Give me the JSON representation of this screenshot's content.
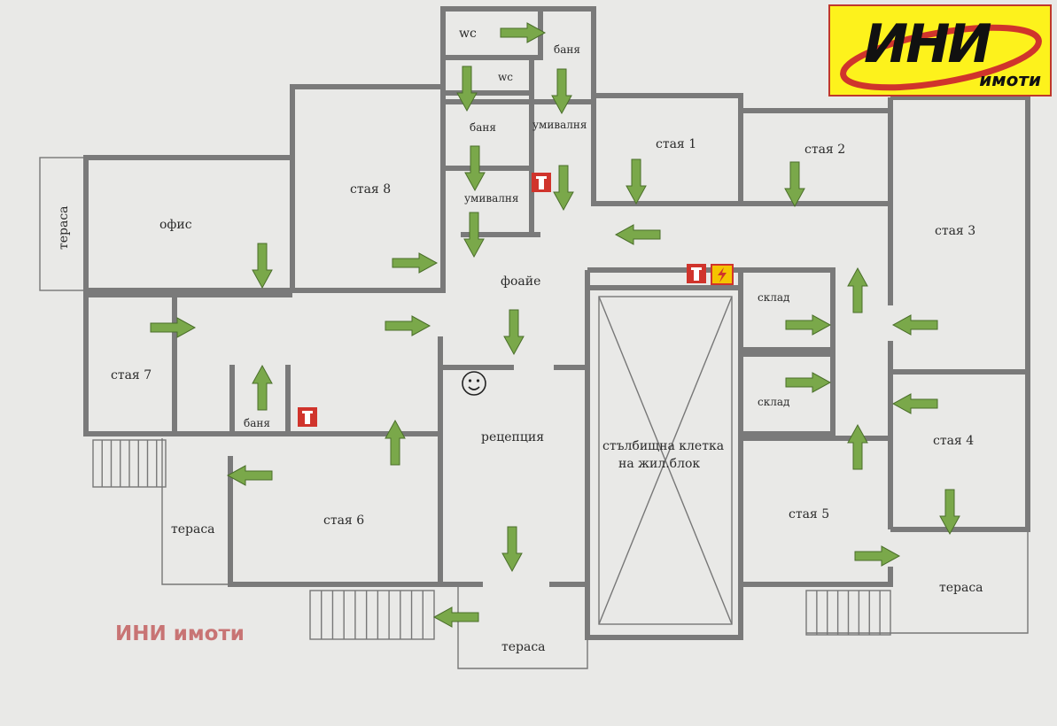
{
  "logo": {
    "brand": "ИНИ",
    "subtitle": "имоти"
  },
  "watermark": "ИНИ имоти",
  "rooms": {
    "wc_top": "wc",
    "wc_mid": "wc",
    "banya_top": "баня",
    "banya_left": "баня",
    "umivalnya_right": "умивалня",
    "umivalnya_left": "умивалня",
    "staya1": "стая 1",
    "staya2": "стая 2",
    "staya3": "стая 3",
    "staya4": "стая 4",
    "staya5": "стая 5",
    "staya6": "стая 6",
    "staya7": "стая 7",
    "staya8": "стая 8",
    "ofis": "офис",
    "terasa_left": "тераса",
    "terasa_bottom_left": "тераса",
    "terasa_bottom": "тераса",
    "terasa_right": "тераса",
    "foaie": "фоайе",
    "sklad1": "склад",
    "sklad2": "склад",
    "banya_hall": "баня",
    "receptsia": "рецепция",
    "stairs_line1": "стълбищна клетка",
    "stairs_line2": "на жил.блок"
  },
  "colors": {
    "arrow": "#7aa84a",
    "extinguisher": "#d0342c",
    "electric": "#f5c400",
    "logo_bg": "#fdf21c",
    "logo_red": "#d0342c"
  }
}
